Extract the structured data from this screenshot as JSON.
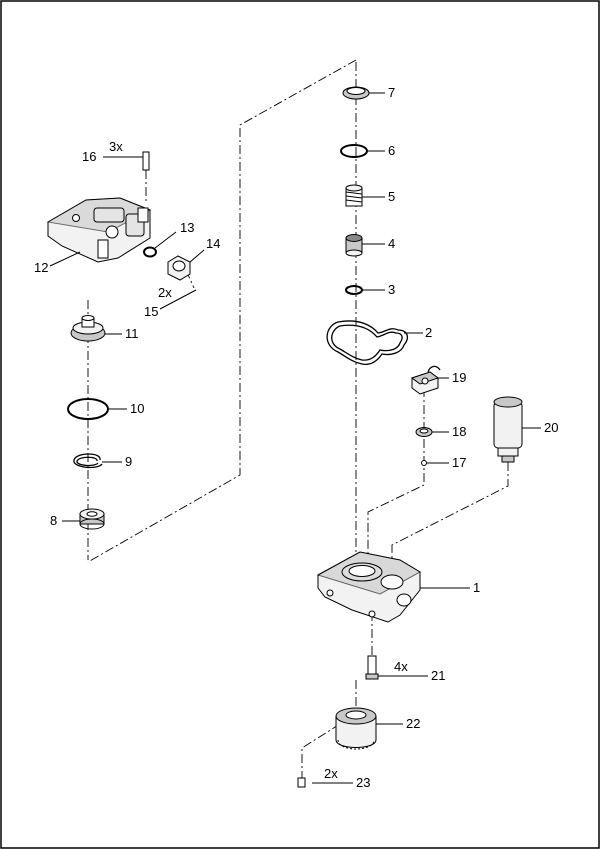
{
  "callouts": {
    "c1": "1",
    "c2": "2",
    "c3": "3",
    "c4": "4",
    "c5": "5",
    "c6": "6",
    "c7": "7",
    "c8": "8",
    "c9": "9",
    "c10": "10",
    "c11": "11",
    "c12": "12",
    "c13": "13",
    "c14": "14",
    "c15": "15",
    "c16": "16",
    "c17": "17",
    "c18": "18",
    "c19": "19",
    "c20": "20",
    "c21": "21",
    "c22": "22",
    "c23": "23"
  },
  "quantities": {
    "q16": "3x",
    "q15": "2x",
    "q21": "4x",
    "q23": "2x"
  }
}
